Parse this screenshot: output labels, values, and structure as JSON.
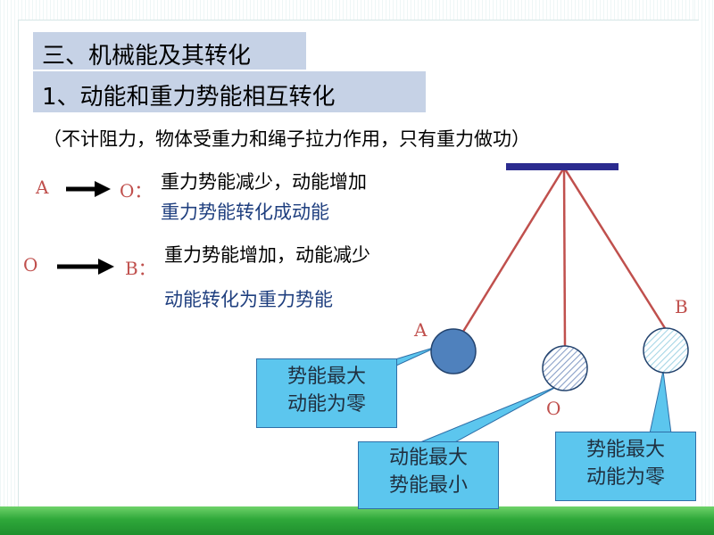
{
  "title": "三、机械能及其转化",
  "subtitle": "1、动能和重力势能相互转化",
  "note": "（不计阻力，物体受重力和绳子拉力作用，只有重力做功）",
  "transitions": [
    {
      "from": "A",
      "to": "O：",
      "line1": "重力势能减少，动能增加",
      "line2": "重力势能转化成动能"
    },
    {
      "from": "O",
      "to": "B：",
      "line1": "重力势能增加，动能减少",
      "line2": "动能转化为重力势能"
    }
  ],
  "pendulum": {
    "labels": {
      "a": "A",
      "o": "O",
      "b": "B"
    },
    "callouts": {
      "a": [
        "势能最大",
        "动能为零"
      ],
      "o": [
        "动能最大",
        "势能最小"
      ],
      "b": [
        "势能最大",
        "动能为零"
      ]
    }
  },
  "colors": {
    "title_bg": "#c6d2e6",
    "callout_bg": "#5cc6ee",
    "string": "#c0504d",
    "bar": "#2b2b8f",
    "ball_a": "#4f81bd",
    "grass": "#2fa83a"
  }
}
